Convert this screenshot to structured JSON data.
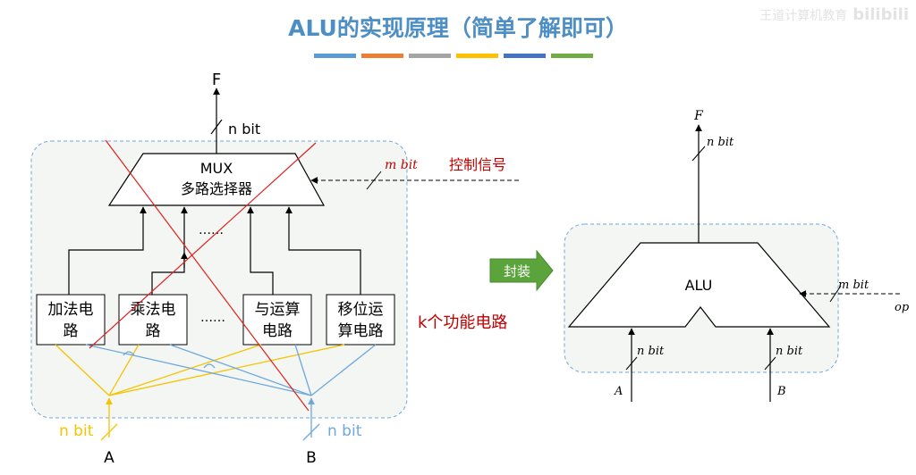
{
  "title": "ALU的实现原理（简单了解即可）",
  "title_bar_colors": [
    "#5b9bd5",
    "#ed7d31",
    "#a5a5a5",
    "#ffc000",
    "#4472c4",
    "#70ad47"
  ],
  "watermark": {
    "text": "王道计算机教育",
    "brand": "bilibili"
  },
  "left": {
    "output_label": "F",
    "output_width_label": "n bit",
    "mux_line1": "MUX",
    "mux_line2": "多路选择器",
    "control_width_label": "m bit",
    "control_label": "控制信号",
    "ellipsis_upper": "……",
    "ellipsis_lower": "……",
    "circuits": [
      {
        "line1": "加法电",
        "line2": "路"
      },
      {
        "line1": "乘法电",
        "line2": "路"
      },
      {
        "line1": "与运算",
        "line2": "电路"
      },
      {
        "line1": "移位运",
        "line2": "算电路"
      }
    ],
    "k_label": "k个功能电路",
    "input_a_width": "n bit",
    "input_b_width": "n bit",
    "input_a": "A",
    "input_b": "B"
  },
  "encapsulate_label": "封装",
  "right": {
    "output_label": "F",
    "output_width_label": "n bit",
    "alu_label": "ALU",
    "control_width_label": "m bit",
    "op_label": "op",
    "input_a_width": "n bit",
    "input_b_width": "n bit",
    "input_a": "A",
    "input_b": "B"
  },
  "colors": {
    "title": "#4d8ec5",
    "red": "#c00000",
    "yellow": "#f5c400",
    "blue": "#6fa8dc",
    "green": "#5ba33b"
  }
}
